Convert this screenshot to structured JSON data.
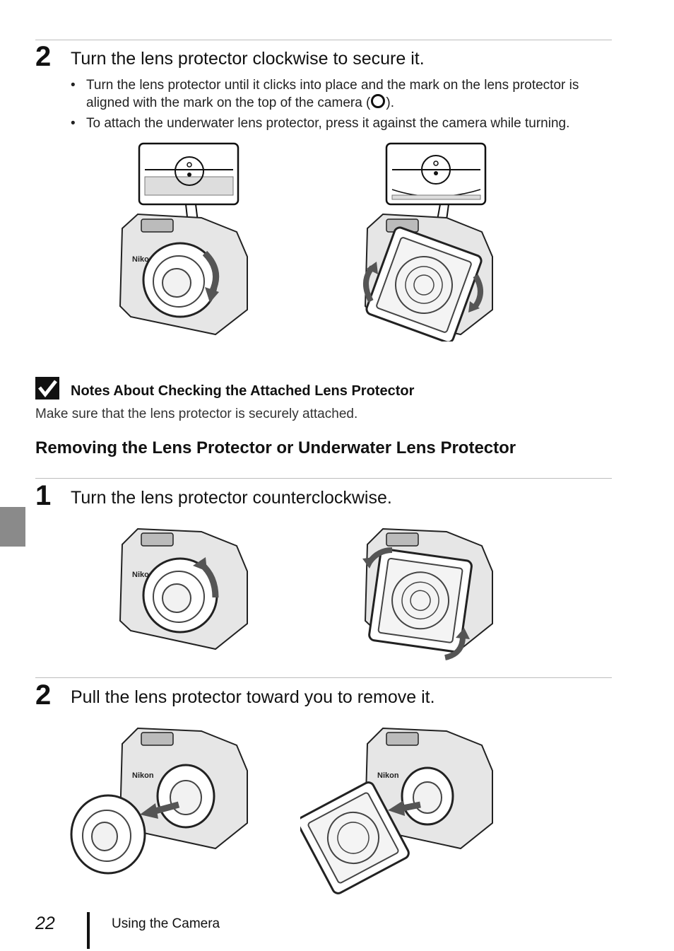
{
  "steps": {
    "attach_step2": {
      "number": "2",
      "title": "Turn the lens protector clockwise to secure it.",
      "bullet1_a": "Turn the lens protector until it clicks into place and the mark on the lens protector is aligned with the mark on the top of the camera (",
      "bullet1_b": ").",
      "bullet2": "To attach the underwater lens protector, press it against the camera while turning."
    },
    "remove_step1": {
      "number": "1",
      "title": "Turn the lens protector counterclockwise."
    },
    "remove_step2": {
      "number": "2",
      "title": "Pull the lens protector toward you to remove it."
    }
  },
  "note": {
    "title": "Notes About Checking the Attached Lens Protector",
    "body": "Make sure that the lens protector is securely attached."
  },
  "section": {
    "heading": "Removing the Lens Protector or Underwater Lens Protector"
  },
  "camera_logo": "Nikon",
  "footer": {
    "page_number": "22",
    "chapter": "Using the Camera"
  },
  "colors": {
    "rule": "#bdbdbd",
    "tab": "#8a8a8a",
    "arrow": "#555555",
    "ink": "#111111"
  }
}
